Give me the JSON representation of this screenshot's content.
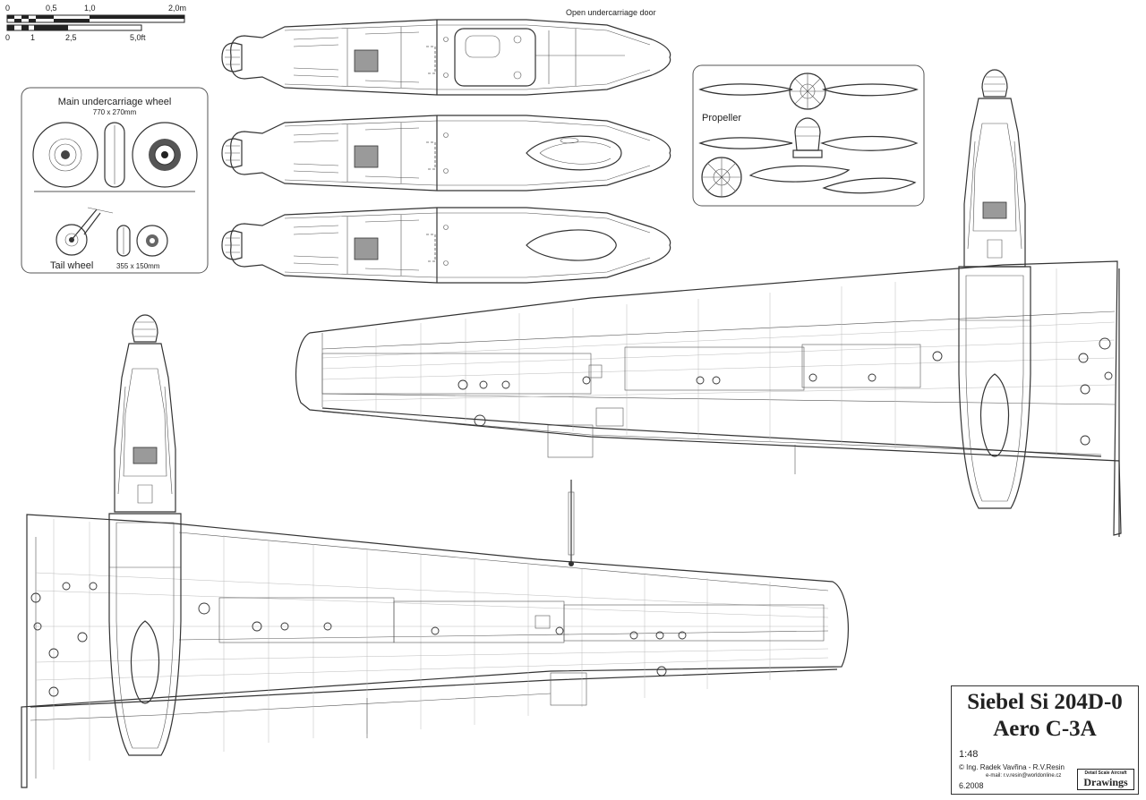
{
  "scale_bar": {
    "metric_labels": [
      "0",
      "0,5",
      "1,0",
      "2,0m"
    ],
    "imperial_labels": [
      "0",
      "1",
      "2,5",
      "5,0ft"
    ]
  },
  "labels": {
    "open_door": "Open undercarriage door",
    "main_wheel": "Main undercarriage wheel",
    "main_wheel_size": "770 x 270mm",
    "tail_wheel": "Tail wheel",
    "tail_wheel_size": "355 x 150mm",
    "propeller": "Propeller"
  },
  "title_block": {
    "line1": "Siebel  Si 204D-0",
    "line2": "Aero C-3A",
    "scale": "1:48",
    "credit": "Ing. Radek Vavřina - R.V.Resin",
    "email": "e-mail: r.v.resin@worldonline.cz",
    "date": "6.2008",
    "logo_small": "Detail Scale Aircraft",
    "logo_big": "Drawings"
  }
}
